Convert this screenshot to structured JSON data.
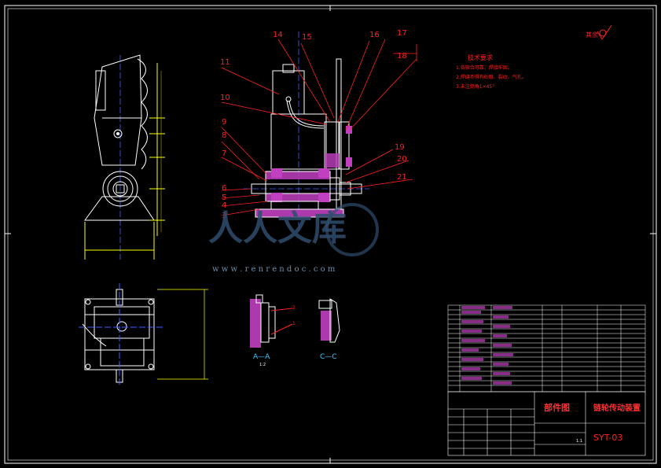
{
  "roughness_symbol": "其余",
  "balloons": [
    "11",
    "10",
    "9",
    "8",
    "7",
    "6",
    "5",
    "4",
    "3",
    "14",
    "15",
    "16",
    "17",
    "18",
    "19",
    "20",
    "21"
  ],
  "tech_req": {
    "title": "技术要求",
    "lines": [
      "1.各铆合可靠，焊接牢固。",
      "2.焊缝不得有砂眼、裂纹、气孔。",
      "3.未注倒角1×45°"
    ]
  },
  "section_labels": {
    "aa": "A—A",
    "aa_scale": "1:2",
    "cc": "C—C"
  },
  "title_block": {
    "drawing_type": "部件图",
    "name": "链轮传动装置",
    "code": "SYT-03",
    "scale": "1:1"
  },
  "watermark": {
    "text": "人人文库",
    "url": "w w w . r e n r e n d o c . c o m"
  },
  "colors": {
    "background": "#000000",
    "frame": "#ffffff",
    "callout": "#ff2020",
    "part": "#ffffff",
    "hatch": "#c040c0",
    "centerline": "#4060ff",
    "dimension": "#ffff00"
  }
}
